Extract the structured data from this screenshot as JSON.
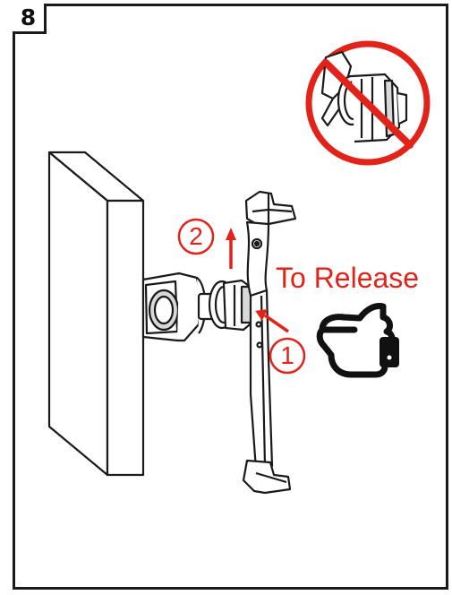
{
  "step_badge": "8",
  "release_label": "To Release",
  "step_numbers": {
    "first": "1",
    "second": "2"
  },
  "colors": {
    "accent_red": "#e2231a",
    "line_dark": "#1a1a1a",
    "fill_light": "#ffffff",
    "fill_gray": "#d8d8d8"
  },
  "icons": {
    "prohibited": "prohibited-sign-icon",
    "hand": "pointing-hand-icon",
    "arrow_up": "arrow-up-icon",
    "arrow_press": "arrow-press-icon"
  }
}
